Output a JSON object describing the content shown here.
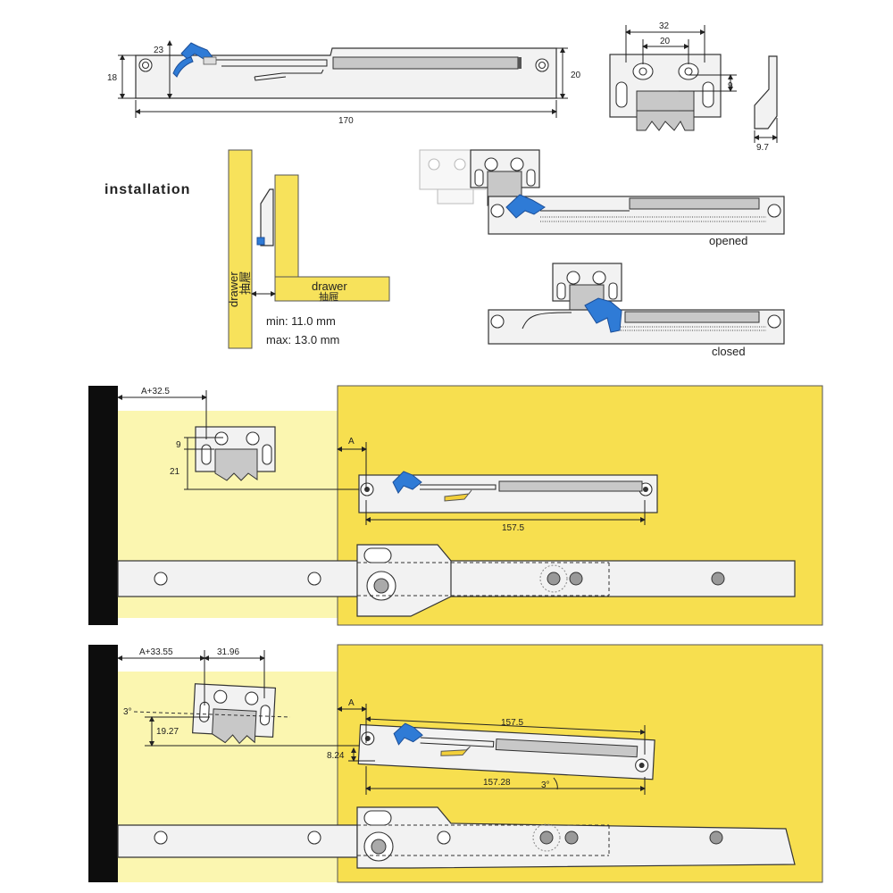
{
  "top": {
    "dims": {
      "d23": "23",
      "d18": "18",
      "d20": "20",
      "d170": "170"
    },
    "bracket": {
      "d32": "32",
      "d20": "20",
      "d9": "9"
    },
    "side": {
      "d97": "9.7"
    }
  },
  "installation": {
    "title": "installation",
    "drawer_side": "drawer\n抽屜",
    "drawer_bottom_line1": "drawer",
    "drawer_bottom_line2": "抽屜",
    "drawer_side_line1": "drawer",
    "drawer_side_line2": "抽屜",
    "min": "min: 11.0 mm",
    "max": "max: 13.0 mm",
    "opened": "opened",
    "closed": "closed"
  },
  "panel1": {
    "a325": "A+32.5",
    "d9": "9",
    "d21": "21",
    "a": "A",
    "d1575": "157.5"
  },
  "panel2": {
    "a3355": "A+33.55",
    "d3196": "31.96",
    "deg3": "3°",
    "d1927": "19.27",
    "a": "A",
    "d1575": "157.5",
    "d824": "8.24",
    "d15728": "157.28",
    "deg3b": "3°"
  }
}
